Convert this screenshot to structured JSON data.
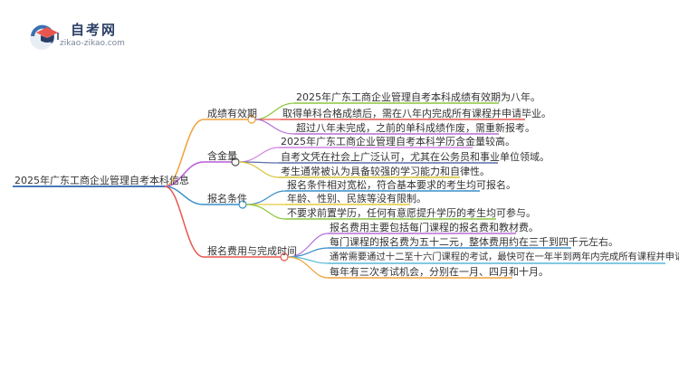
{
  "logo": {
    "title": "自考网",
    "url": "zikao-zikao.com"
  },
  "root": {
    "label": "2025年广东工商企业管理自考本科信息",
    "color": "#4a78b8"
  },
  "branches": [
    {
      "label": "成绩有效期",
      "color": "#f0a23a",
      "leaves": [
        {
          "text": "2025年广东工商企业管理自考本科成绩有效期为八年。",
          "color": "#8cc63e"
        },
        {
          "text": "取得单科合格成绩后，需在八年内完成所有课程并申请毕业。",
          "color": "#e8574e"
        },
        {
          "text": "超过八年未完成，之前的单科成绩作废，需重新报考。",
          "color": "#b66fd8"
        }
      ]
    },
    {
      "label": "含金量",
      "color": "#b85ad6",
      "leaves": [
        {
          "text": "2025年广东工商企业管理自考本科学历含金量较高。",
          "color": "#cf86e2"
        },
        {
          "text": "自考文凭在社会上广泛认可，尤其在公务员和事业单位领域。",
          "color": "#5a6ea8"
        },
        {
          "text": "考生通常被认为具备较强的学习能力和自律性。",
          "color": "#d9c33a"
        }
      ]
    },
    {
      "label": "报名条件",
      "color": "#3a8fc8",
      "leaves": [
        {
          "text": "报名条件相对宽松，符合基本要求的考生均可报名。",
          "color": "#3a8fc8"
        },
        {
          "text": "年龄、性别、民族等没有限制。",
          "color": "#e8c93a"
        },
        {
          "text": "不要求前置学历，任何有意愿提升学历的考生均可参与。",
          "color": "#8cc63e"
        }
      ]
    },
    {
      "label": "报名费用与完成时间",
      "color": "#e8574e",
      "leaves": [
        {
          "text": "报名费用主要包括每门课程的报名费和教材费。",
          "color": "#b66fd8"
        },
        {
          "text": "每门课程的报名费为五十二元，整体费用约在三千到四千元左右。",
          "color": "#3a8fc8"
        },
        {
          "text": "通常需要通过十二至十六门课程的考试，最快可在一年半到两年内完成所有课程并申请毕业。",
          "color": "#58b8d8"
        },
        {
          "text": "每年有三次考试机会，分别在一月、四月和十月。",
          "color": "#f0a23a"
        }
      ]
    }
  ]
}
